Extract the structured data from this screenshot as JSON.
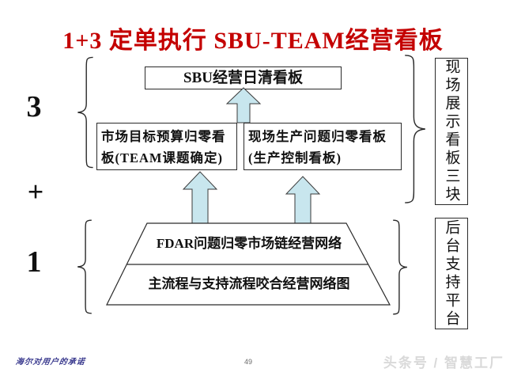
{
  "title": {
    "text": "1+3  定单执行 SBU-TEAM经营看板",
    "color": "#c40000"
  },
  "left_labels": {
    "three": "3",
    "plus": "+",
    "one": "1"
  },
  "boxes": {
    "sbu": "SBU经营日清看板",
    "market_line1": "市场目标预算归零看",
    "market_line2": "板(TEAM课题确定)",
    "site_line1": "现场生产问题归零看板",
    "site_line2": "(生产控制看板)"
  },
  "trapezoid": {
    "line1": "FDAR问题归零市场链经营网络",
    "line2": "主流程与支持流程咬合经营网络图"
  },
  "right_labels": {
    "display_board": "现场展示看板三块",
    "backstage": "后台支持平台"
  },
  "footer": {
    "handwriting": "海尔对用户的承诺",
    "page_number": "49",
    "watermark": "头条号 / 智慧工厂"
  },
  "colors": {
    "title_red": "#c40000",
    "arrow_fill": "#c8e6ee",
    "arrow_stroke": "#3a3a3a",
    "line_black": "#2a2a2a",
    "handwriting_blue": "#3b3b8f",
    "watermark_gray": "#d9d9d9"
  }
}
